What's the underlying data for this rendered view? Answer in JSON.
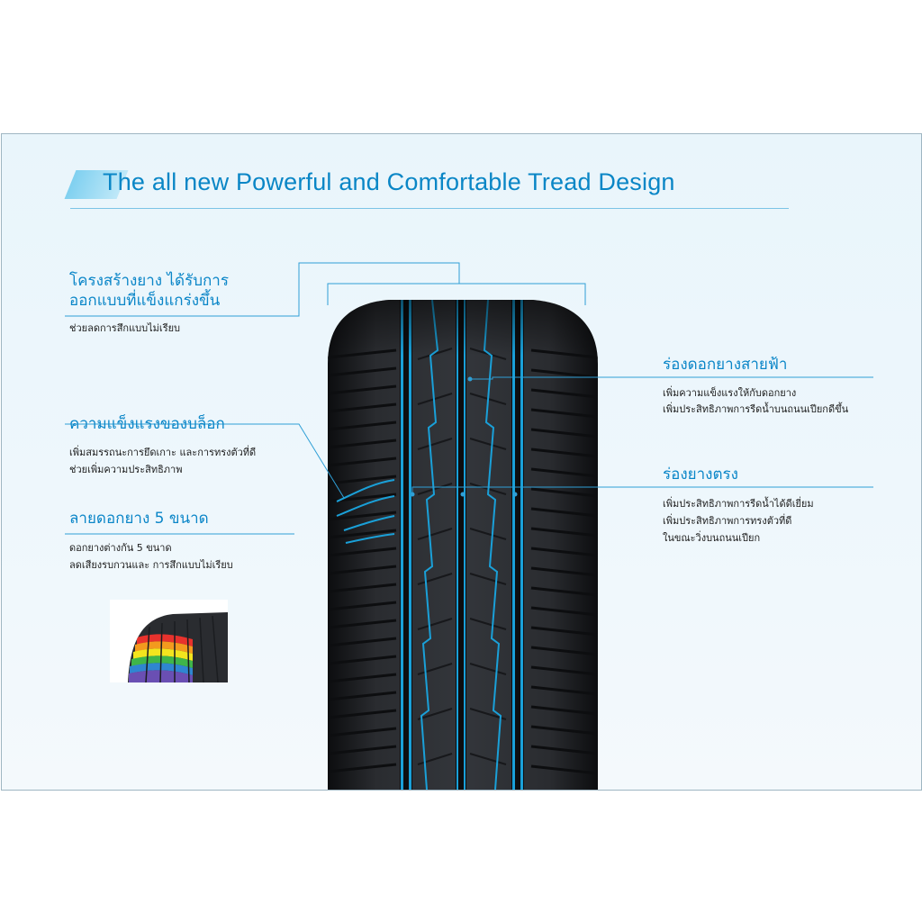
{
  "title": "The all new Powerful and Comfortable Tread Design",
  "features": [
    {
      "heading_1": "โครงสร้างยาง ได้รับการ",
      "heading_2": "ออกแบบที่แข็งแกร่งขึ้น",
      "desc_1": "ช่วยลดการสึกแบบไม่เรียบ"
    },
    {
      "heading": "ความแข็งแรงของบล็อก",
      "desc_1": "เพิ่มสมรรถนะการยึดเกาะ และการทรงตัวที่ดี",
      "desc_2": "ช่วยเพิ่มความประสิทธิภาพ"
    },
    {
      "heading": "ลายดอกยาง 5 ขนาด",
      "desc_1": "ดอกยางต่างกัน 5 ขนาด",
      "desc_2": "ลดเสียงรบกวนและ การสึกแบบไม่เรียบ"
    },
    {
      "heading": "ร่องดอกยางสายฟ้า",
      "desc_1": "เพิ่มความแข็งแรงให้กับดอกยาง",
      "desc_2": "เพิ่มประสิทธิภาพการรีดน้ำบนถนนเปียกดีขึ้น"
    },
    {
      "heading": "ร่องยางตรง",
      "desc_1": "เพิ่มประสิทธิภาพการรีดน้ำได้ดีเยี่ยม",
      "desc_2": "เพิ่มประสิทธิภาพการทรงตัวที่ดี",
      "desc_3": "ในขณะวิ่งบนถนนเปียก"
    }
  ],
  "colors": {
    "accent": "#0b86c8",
    "groove_highlight": "#1aa0d8",
    "tire": "#1b1d20",
    "background": "#eaf5fb",
    "rainbow": [
      "#e8322d",
      "#f39a1e",
      "#f3e51e",
      "#3fb54a",
      "#2f86d1",
      "#6a4fb3"
    ]
  },
  "icons": {
    "title_marker": "skewed-bar-icon",
    "tire_thumbnail": "tire-5-size-tread-icon"
  }
}
